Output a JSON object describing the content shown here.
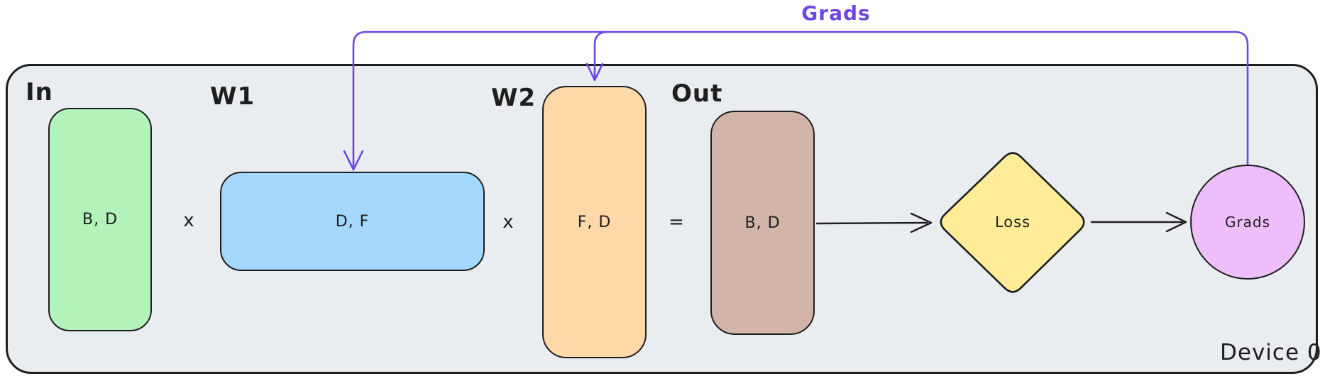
{
  "device": {
    "label": "Device 0"
  },
  "backward_flow": {
    "label": "Grads"
  },
  "nodes": {
    "in": {
      "title": "In",
      "dims": "B, D"
    },
    "w1": {
      "title": "W1",
      "dims": "D, F"
    },
    "w2": {
      "title": "W2",
      "dims": "F, D"
    },
    "out": {
      "title": "Out",
      "dims": "B, D"
    },
    "loss": {
      "label": "Loss"
    },
    "grads": {
      "label": "Grads"
    }
  },
  "operators": {
    "multiply_1": "x",
    "multiply_2": "x",
    "equals": "="
  },
  "colors": {
    "device": "#e9edf0",
    "in": "#b2f2bb",
    "w1": "#a5d8ff",
    "w2": "#ffd8a8",
    "out": "#d2b4a8",
    "loss": "#ffec99",
    "grads": "#eebefa",
    "purple": "#6e46e4",
    "stroke": "#1e1e1e"
  }
}
